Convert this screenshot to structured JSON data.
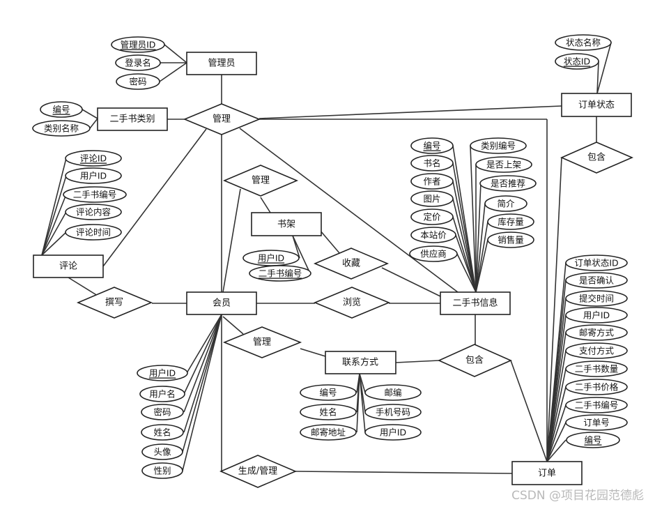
{
  "entities": {
    "admin": "管理员",
    "category": "二手书类别",
    "order_status": "订单状态",
    "comment": "评论",
    "shelf": "书架",
    "member": "会员",
    "book": "二手书信息",
    "contact": "联系方式",
    "order": "订单"
  },
  "relations": {
    "manage_top": "管理",
    "manage_shelf": "管理",
    "contain_status": "包含",
    "collect": "收藏",
    "write": "撰写",
    "browse": "浏览",
    "manage_contact": "管理",
    "contain_order": "包含",
    "generate": "生成/管理"
  },
  "attributes": {
    "admin": [
      "管理员ID",
      "登录名",
      "密码"
    ],
    "category": [
      "编号",
      "类别名称"
    ],
    "order_status": [
      "状态名称",
      "状态ID"
    ],
    "comment": [
      "评论ID",
      "用户ID",
      "二手书编号",
      "评论内容",
      "评论时间"
    ],
    "shelf": [
      "用户ID",
      "二手书编号"
    ],
    "book_left": [
      "编号",
      "书名",
      "作者",
      "图片",
      "定价",
      "本站价",
      "供应商"
    ],
    "book_right": [
      "类别编号",
      "是否上架",
      "是否推荐",
      "简介",
      "库存量",
      "销售量"
    ],
    "order": [
      "订单状态ID",
      "是否确认",
      "提交时间",
      "用户ID",
      "邮寄方式",
      "支付方式",
      "二手书数量",
      "二手书价格",
      "二手书编号",
      "订单号",
      "编号"
    ],
    "member": [
      "用户ID",
      "用户名",
      "密码",
      "姓名",
      "头像",
      "性别"
    ],
    "contact_left": [
      "编号",
      "姓名",
      "邮寄地址"
    ],
    "contact_right": [
      "邮编",
      "手机号码",
      "用户ID"
    ]
  },
  "watermark": "CSDN @项目花园范德彪"
}
